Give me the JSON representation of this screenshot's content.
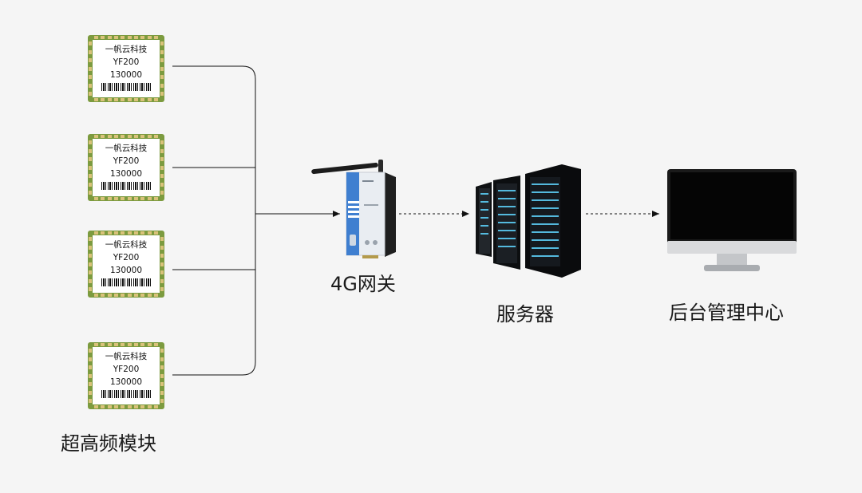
{
  "modules": [
    {
      "line1": "一帆云科技",
      "line2": "YF200",
      "line3": "130000"
    },
    {
      "line1": "一帆云科技",
      "line2": "YF200",
      "line3": "130000"
    },
    {
      "line1": "一帆云科技",
      "line2": "YF200",
      "line3": "130000"
    },
    {
      "line1": "一帆云科技",
      "line2": "YF200",
      "line3": "130000"
    }
  ],
  "labels": {
    "modules": "超高频模块",
    "gateway": "4G网关",
    "server": "服务器",
    "backend": "后台管理中心"
  },
  "colors": {
    "background": "#f5f5f5",
    "module_pcb": "#7c9b3f",
    "gateway_blue": "#3f7fd0",
    "line": "#111111"
  }
}
